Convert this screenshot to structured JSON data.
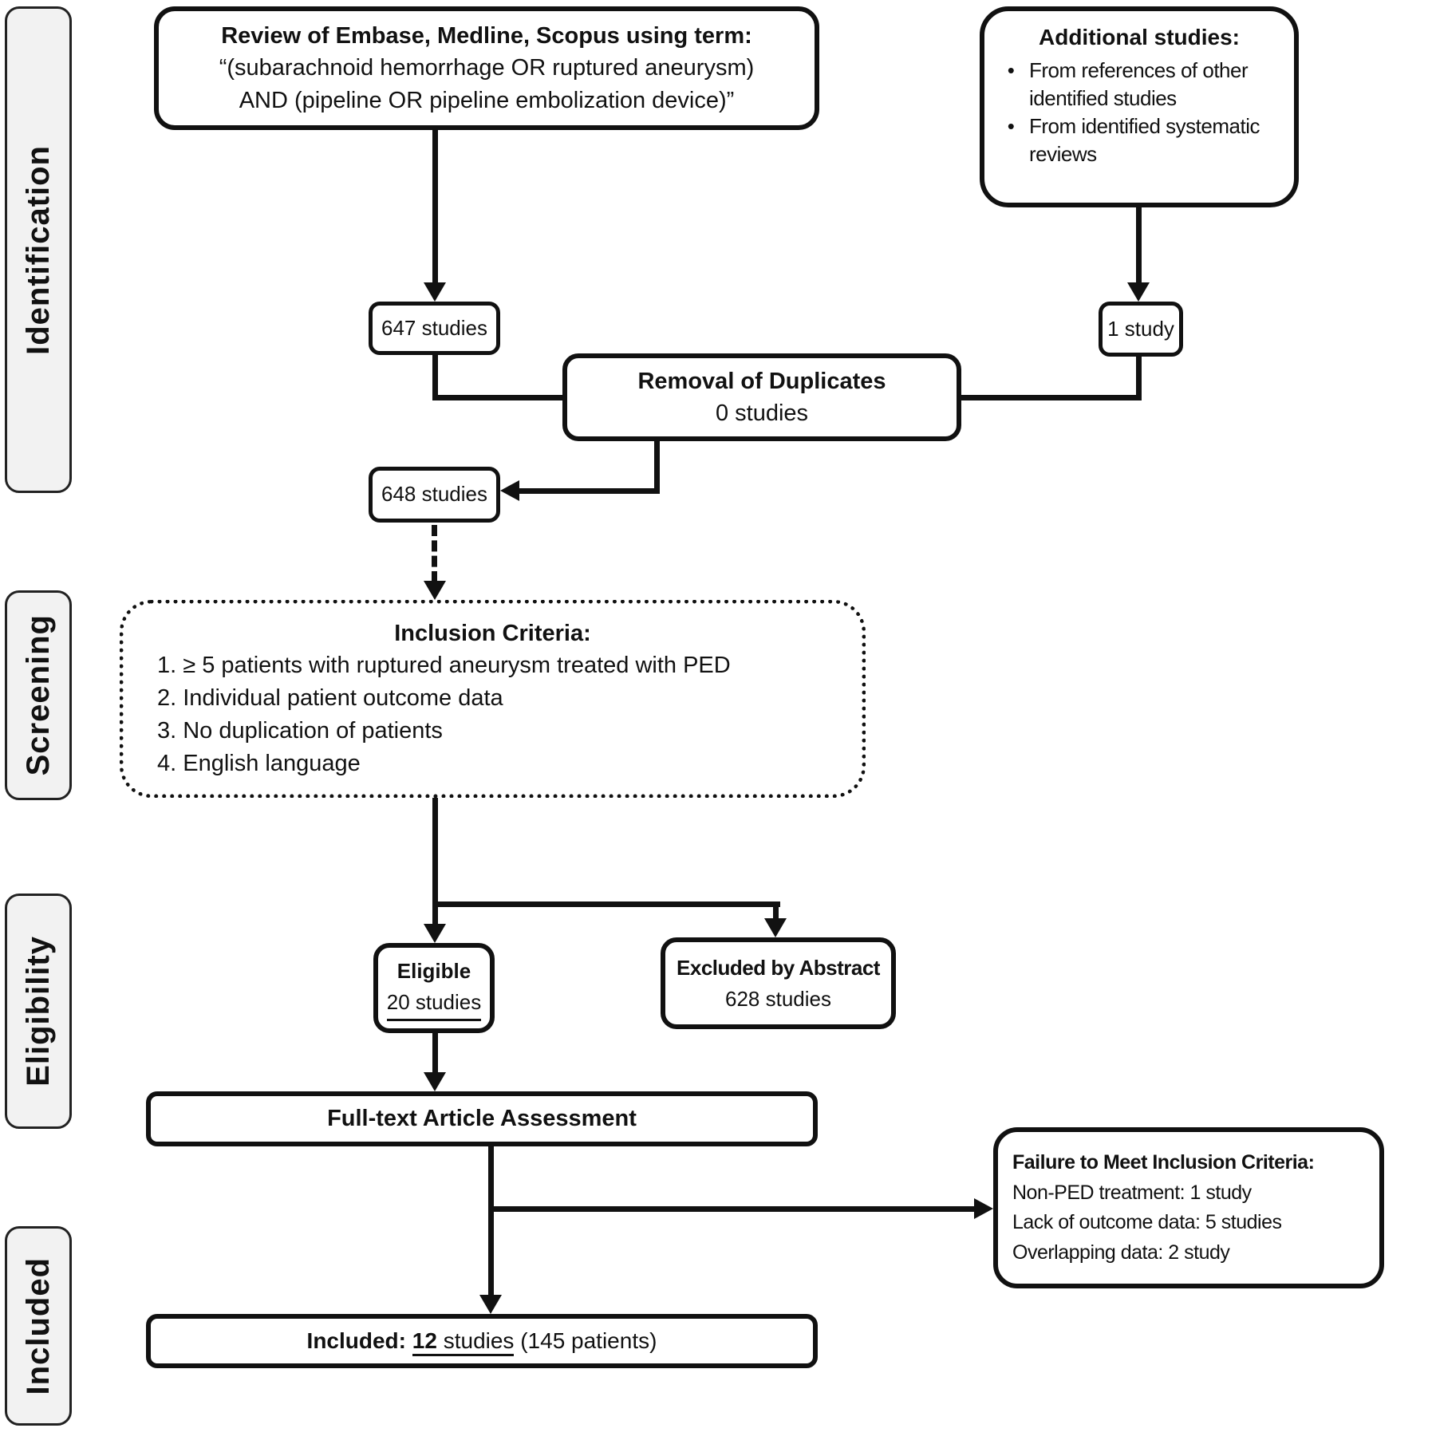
{
  "sidebar": {
    "stages": [
      {
        "label": "Identification"
      },
      {
        "label": "Screening"
      },
      {
        "label": "Eligibility"
      },
      {
        "label": "Included"
      }
    ]
  },
  "boxes": {
    "review": {
      "title": "Review of Embase, Medline, Scopus using term:",
      "query_line1": "“(subarachnoid hemorrhage OR ruptured aneurysm)",
      "query_line2": "AND (pipeline OR pipeline embolization device)”"
    },
    "additional": {
      "title": "Additional studies:",
      "bullets": [
        {
          "line1": "From references of other",
          "line2": "identified studies"
        },
        {
          "line1": "From identified systematic",
          "line2": "reviews"
        }
      ]
    },
    "database_results": {
      "label": "647 studies"
    },
    "additional_result": {
      "label": "1 study"
    },
    "duplicates": {
      "title": "Removal of Duplicates",
      "count": "0 studies"
    },
    "combined": {
      "label": "648 studies"
    },
    "inclusion_criteria": {
      "title": "Inclusion Criteria:",
      "items": [
        "1. ≥ 5 patients with ruptured aneurysm treated with PED",
        "2. Individual patient outcome data",
        "3. No duplication of patients",
        "4. English language"
      ]
    },
    "eligible": {
      "title": "Eligible",
      "count": "20 studies"
    },
    "excluded": {
      "title": "Excluded by Abstract",
      "count": "628 studies"
    },
    "full_text": {
      "title": "Full-text Article Assessment"
    },
    "failure": {
      "title": "Failure to Meet Inclusion Criteria:",
      "items": [
        "Non-PED treatment: 1 study",
        "Lack of outcome data: 5 studies",
        "Overlapping data: 2 study"
      ]
    },
    "included": {
      "prefix": "Included:",
      "count": "12",
      "unit": "studies",
      "suffix": "(145 patients)"
    }
  },
  "colors": {
    "line": "#111111",
    "border": "#111111",
    "sidebar": "#f2f2f2",
    "bg": "#ffffff",
    "text": "#111111"
  }
}
